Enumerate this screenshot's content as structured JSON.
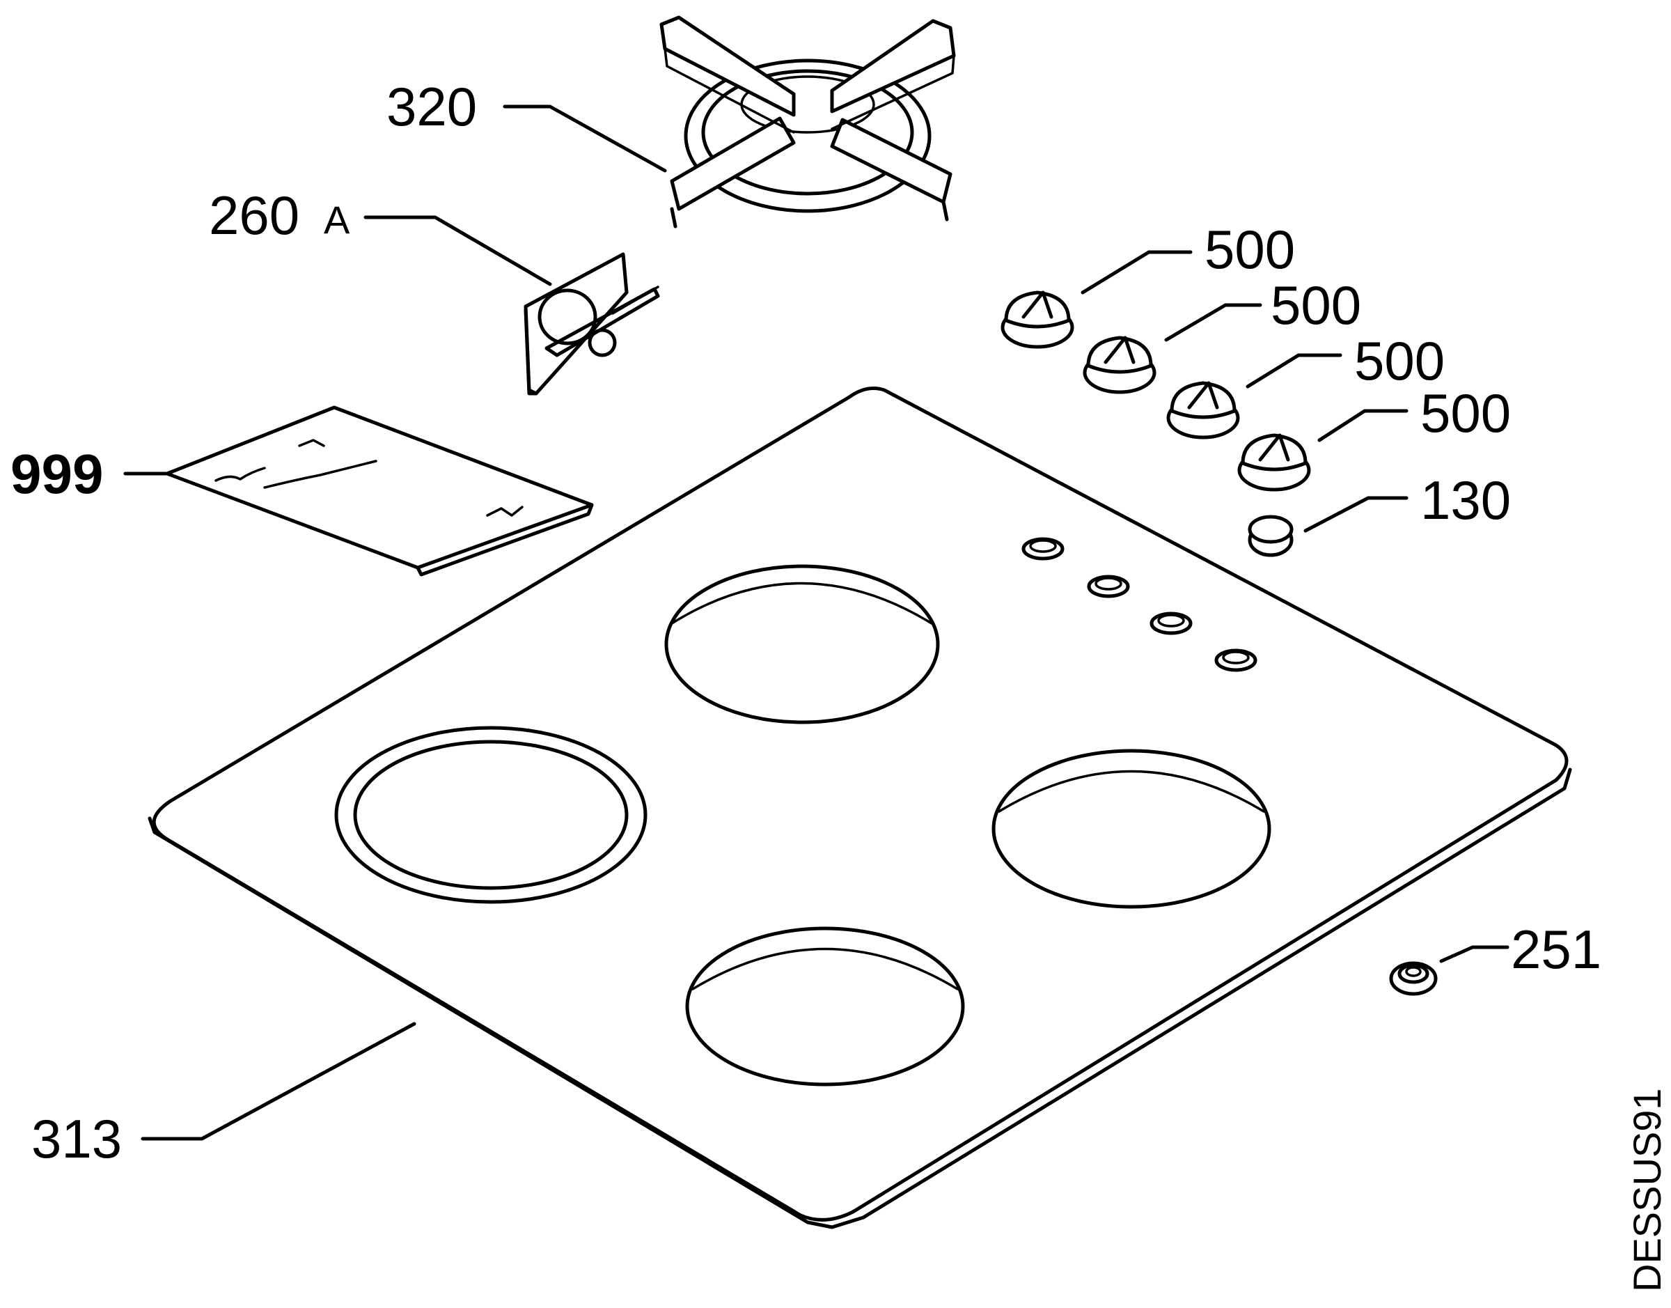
{
  "callouts": {
    "grid": "320",
    "bracket": "260",
    "bracket_suffix": "A",
    "manual": "999",
    "knob_1": "500",
    "knob_2": "500",
    "knob_3": "500",
    "knob_4": "500",
    "plug": "130",
    "foot": "251",
    "hob": "313"
  },
  "drawing_code": "DESSUS91"
}
